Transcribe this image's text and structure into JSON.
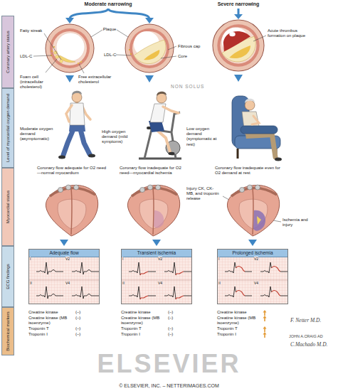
{
  "diagram": {
    "nodes": [
      {
        "text": [
          "Coronary artery status"
        ]
      },
      {
        "text": [
          "Level of myocardial oxygen demand"
        ]
      },
      {
        "text": [
          "Myocardial status"
        ]
      },
      {
        "text": [
          "ECG findings"
        ]
      },
      {
        "text": [
          "Biochemical markers"
        ]
      },
      {
        "text": [
          "Adequate flow"
        ]
      },
      {
        "text": [
          "Transient ischemia"
        ]
      },
      {
        "text": [
          "Prolonged ischemia"
        ]
      }
    ],
    "labels": [
      "Moderate narrowing",
      "Severe narrowing",
      "Fatty streak",
      "Plaque",
      "LDL-C",
      "Foam cell (intracellular cholesterol)",
      "Free extracellular cholesterol",
      "LDL-C",
      "Fibrous cap",
      "Core",
      "Acute thrombus formation on plaque",
      "Moderate oxygen demand (asymptomatic)",
      "High oxygen demand (mild symptoms)",
      "Low oxygen demand (symptomatic at rest)",
      "Coronary flow adequate for O2 need—normal myocardium",
      "Coronary flow inadequate for O2 need—myocardial ischemia",
      "Coronary flow inadequate even for O2 demand at rest",
      "Injury CK, CK-MB, and troponin release",
      "Ischemia and injury",
      "Creatine kinase",
      "(–)",
      "Creatine kinase (MB isoenzyme)",
      "(–)",
      "Troponin T",
      "(–)",
      "Troponin I",
      "(–)",
      "Creatine kinase",
      "(–)",
      "Creatine kinase (MB isoenzyme)",
      "(–)",
      "Troponin T",
      "(–)",
      "Troponin I",
      "(–)",
      "Creatine kinase",
      "Creatine kinase (MB isoenzyme)",
      "Troponin T",
      "Troponin I",
      "NON SOLUS",
      "F. Netter M.D.",
      "JOHN A.CRAIG AD",
      "C.Machado M.D.",
      "ELSEVIER",
      "© ELSEVIER, INC. – NETTERIMAGES.COM",
      "I",
      "V2",
      "II",
      "V4",
      "I",
      "V2",
      "II",
      "V4",
      "I",
      "V2",
      "II",
      "V4"
    ]
  }
}
